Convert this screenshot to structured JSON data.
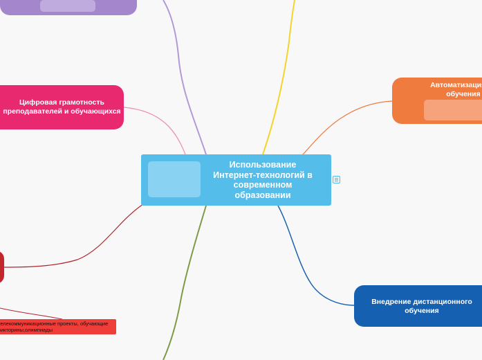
{
  "central": {
    "title": "Использование Интернет-технологий в современном образовании",
    "color": "#55bde9"
  },
  "topics": {
    "digital_literacy": {
      "label": "Цифровая грамотность преподавателей и обучающихся",
      "color": "#e8286f"
    },
    "automation": {
      "label": "Автоматизация пр\nобучения",
      "color": "#f07b3f"
    },
    "distance_learning": {
      "label": "Внедрение дистанционного обучения",
      "color": "#1560b0"
    },
    "telecom_projects": {
      "label": "телекоммуникационные проекты, обучающие викторины,олимпиады",
      "color": "#ef3d3a"
    },
    "purple_topic": {
      "label": "",
      "color": "#a486cc"
    },
    "red_topic": {
      "label": "",
      "color": "#c1272d"
    }
  },
  "branch_colors": {
    "purple": "#b39ad6",
    "yellow": "#f4d42a",
    "pink": "#ef8fae",
    "orange": "#ec7a42",
    "darkred": "#b1232d",
    "green": "#7d9b45",
    "blue": "#1a62b0"
  },
  "icons": {
    "notes": "notes-icon"
  }
}
